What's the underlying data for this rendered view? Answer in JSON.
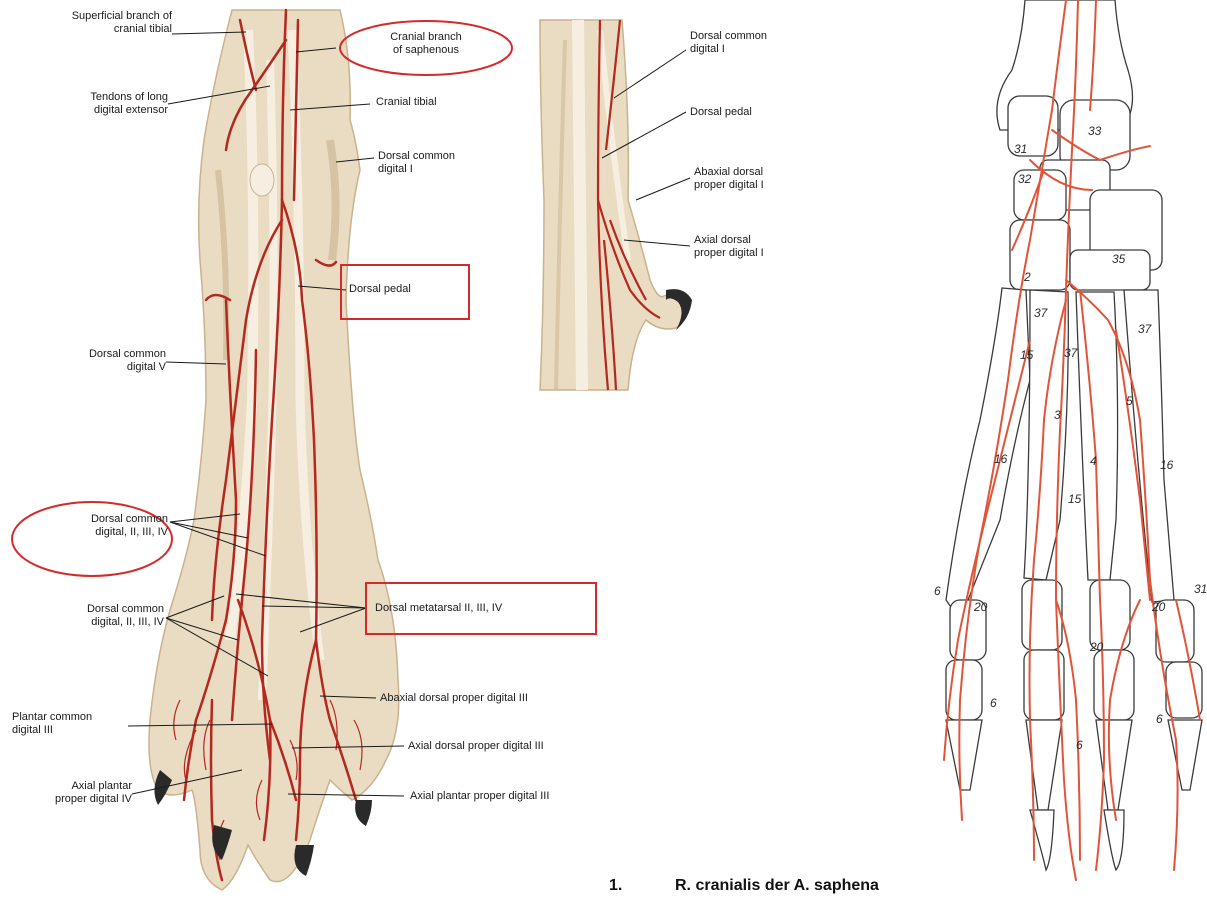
{
  "labels": {
    "superficial_branch": "Superficial branch of\ncranial tibial",
    "cranial_branch_saphenous": "Cranial branch\nof saphenous",
    "tendons_long_digital_extensor": "Tendons of long\ndigital extensor",
    "cranial_tibial": "Cranial tibial",
    "dorsal_common_digital_i_left": "Dorsal common\ndigital I",
    "dorsal_pedal_left": "Dorsal pedal",
    "dorsal_common_digital_v": "Dorsal common\ndigital V",
    "dorsal_common_digital_ii_iii_iv_upper": "Dorsal common\ndigital, II, III, IV",
    "dorsal_common_digital_ii_iii_iv_lower": "Dorsal common\ndigital, II, III, IV",
    "dorsal_metatarsal": "Dorsal metatarsal II, III, IV",
    "abaxial_dorsal_proper_digital_iii": "Abaxial dorsal proper digital III",
    "plantar_common_digital_iii": "Plantar common\ndigital III",
    "axial_dorsal_proper_digital_iii": "Axial dorsal proper digital III",
    "axial_plantar_proper_digital_iv": "Axial plantar\nproper digital IV",
    "axial_plantar_proper_digital_iii": "Axial plantar proper digital III",
    "dorsal_common_digital_i_mid": "Dorsal common\ndigital I",
    "dorsal_pedal_mid": "Dorsal pedal",
    "abaxial_dorsal_proper_digital_i": "Abaxial dorsal\nproper digital I",
    "axial_dorsal_proper_digital_i": "Axial dorsal\nproper digital I"
  },
  "skeleton_numbers": {
    "n31a": "31",
    "n33": "33",
    "n32": "32",
    "n35": "35",
    "n2": "2",
    "n37a": "37",
    "n15a": "15",
    "n37b": "37",
    "n37c": "37",
    "n3": "3",
    "n5": "5",
    "n16a": "16",
    "n4": "4",
    "n16b": "16",
    "n15b": "15",
    "n6a": "6",
    "n20a": "20",
    "n20b": "20",
    "n20c": "20",
    "n31b": "31",
    "n6b": "6",
    "n6c": "6",
    "n6d": "6"
  },
  "caption": {
    "number": "1.",
    "text": "R. cranialis der A. saphena"
  },
  "colors": {
    "vessel": "#b5281e",
    "skeleton_vessel": "#e0553a",
    "highlight": "#d42a2a",
    "tissue": "#e9dcc3",
    "tissue_shadow": "#c9b28d"
  }
}
